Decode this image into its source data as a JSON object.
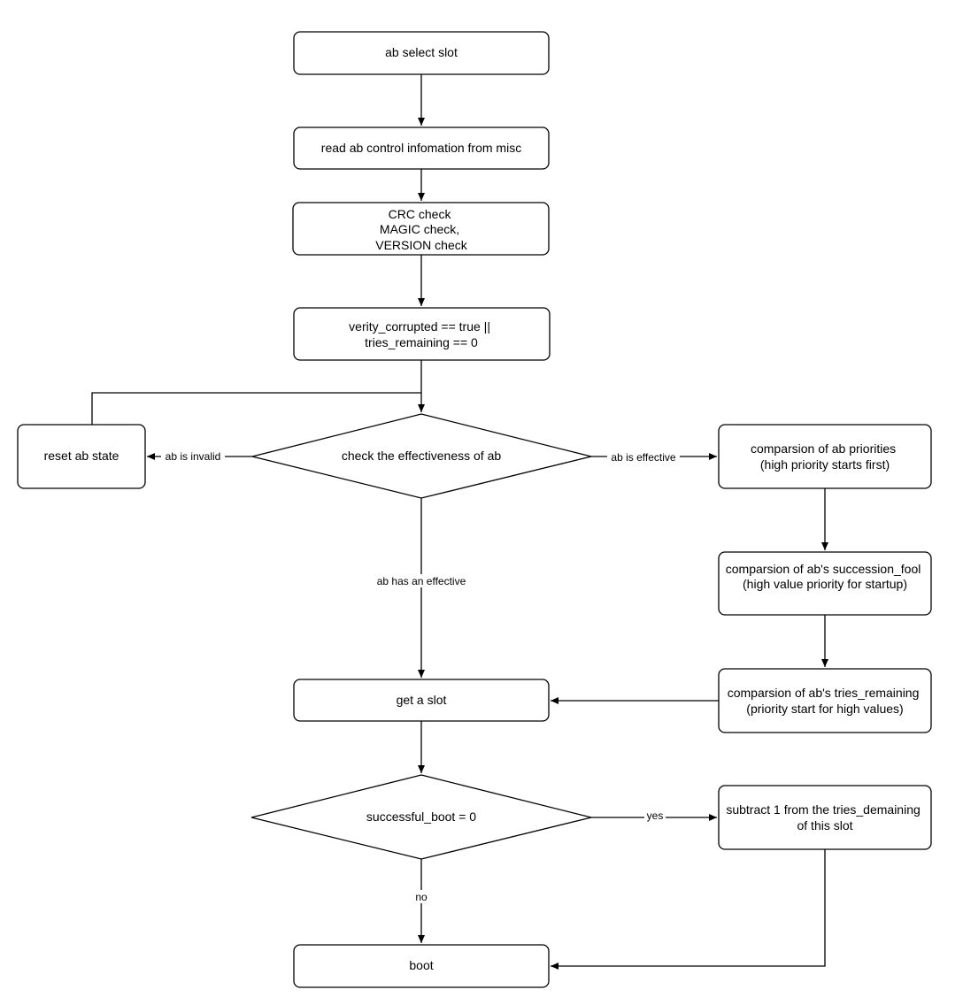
{
  "nodes": {
    "ab_select_slot": {
      "lines": [
        "ab select slot"
      ]
    },
    "read_ab_control": {
      "lines": [
        "read ab control infomation from misc"
      ]
    },
    "crc_check": {
      "lines": [
        "CRC check",
        "MAGIC check,",
        "VERSION check"
      ]
    },
    "verity_check": {
      "lines": [
        "verity_corrupted == true ||",
        "tries_remaining == 0"
      ]
    },
    "check_effectiveness": {
      "lines": [
        "check the effectiveness of ab"
      ]
    },
    "reset_ab_state": {
      "lines": [
        "reset ab state"
      ]
    },
    "compare_priorities": {
      "lines": [
        "comparsion of ab priorities",
        "(high priority starts first)"
      ]
    },
    "compare_succession": {
      "lines": [
        "comparsion of ab's succession_fool",
        "(high value priority for startup)"
      ]
    },
    "compare_tries": {
      "lines": [
        "comparsion of ab's tries_remaining",
        "(priority start for high values)"
      ]
    },
    "get_a_slot": {
      "lines": [
        "get a slot"
      ]
    },
    "successful_boot": {
      "lines": [
        "successful_boot = 0"
      ]
    },
    "subtract_tries": {
      "lines": [
        "subtract 1 from the tries_demaining",
        "of this slot"
      ]
    },
    "boot": {
      "lines": [
        "boot"
      ]
    }
  },
  "edge_labels": {
    "ab_is_invalid": "ab is invalid",
    "ab_is_effective": "ab is effective",
    "ab_has_an_effective": "ab has an effective",
    "yes": "yes",
    "no": "no"
  },
  "colors": {
    "stroke": "#000000",
    "fill": "#ffffff",
    "text": "#000000"
  }
}
